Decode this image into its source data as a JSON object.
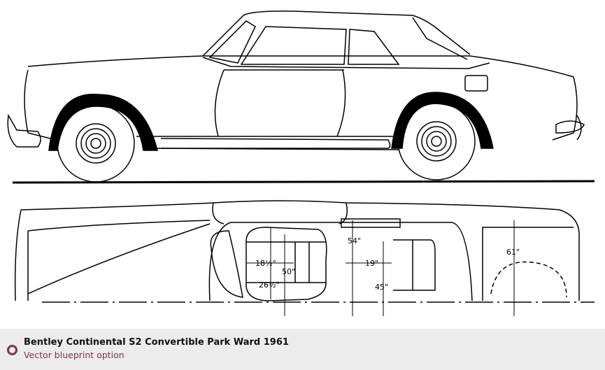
{
  "caption": {
    "title": "Bentley Continental S2 Convertible Park Ward 1961",
    "subtitle": "Vector blueprint option",
    "icon": "circle-bullet-icon",
    "accent_color": "#7a3352"
  },
  "blueprint": {
    "dimensions": {
      "front_seat_depth": "18½\"",
      "front_height": "50\"",
      "front_seat_width": "26½\"",
      "interior_height": "54\"",
      "rear_legroom": "19\"",
      "rear_height": "45\"",
      "boot_height": "61\""
    }
  }
}
